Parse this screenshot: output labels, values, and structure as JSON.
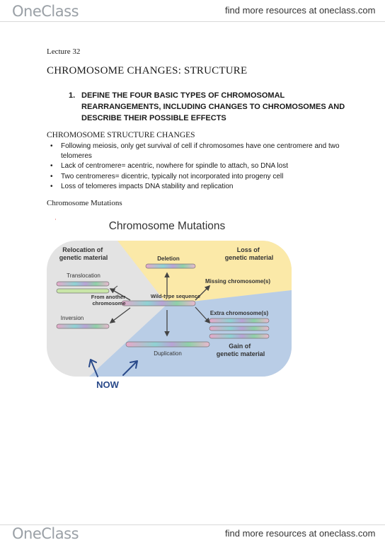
{
  "header": {
    "logo": "OneClass",
    "tagline": "find more resources at oneclass.com"
  },
  "footer": {
    "logo": "OneClass",
    "tagline": "find more resources at oneclass.com"
  },
  "document": {
    "lecture": "Lecture 32",
    "title": "CHROMOSOME CHANGES: STRUCTURE",
    "objective_number": "1.",
    "objective_lines": [
      "DEFINE THE FOUR BASIC TYPES OF CHROMOSOMAL",
      "REARRANGEMENTS, INCLUDING CHANGES TO CHROMOSOMES AND",
      "DESCRIBE THEIR POSSIBLE EFFECTS"
    ],
    "section_heading": "CHROMOSOME STRUCTURE CHANGES",
    "bullets": [
      "Following meiosis, only get survival of cell if chromosomes have one centromere and two telomeres",
      "Lack of centromere= acentric, nowhere for spindle to attach, so DNA lost",
      "Two centromeres= dicentric, typically not incorporated into progeny cell",
      "Loss of telomeres impacts DNA stability and replication"
    ],
    "figure_caption": "Chromosome Mutations"
  },
  "figure": {
    "title": "Chromosome Mutations",
    "labels": {
      "relocation": [
        "Relocation of",
        "genetic material"
      ],
      "loss": [
        "Loss of",
        "genetic material"
      ],
      "gain": [
        "Gain of",
        "genetic material"
      ],
      "translocation": "Translocation",
      "from_another": [
        "From another",
        "chromosome"
      ],
      "inversion": "Inversion",
      "deletion": "Deletion",
      "missing": "Missing chromosome(s)",
      "wild_type": "Wild-type sequence",
      "extra": "Extra chromosome(s)",
      "duplication": "Duplication"
    },
    "handwritten_note": "NOW",
    "colors": {
      "relocation_bg": "#e3e3e3",
      "loss_bg": "#fbe9a8",
      "gain_bg": "#b9cde6",
      "arrow": "#444444",
      "note_ink": "#2a4a8a"
    }
  }
}
